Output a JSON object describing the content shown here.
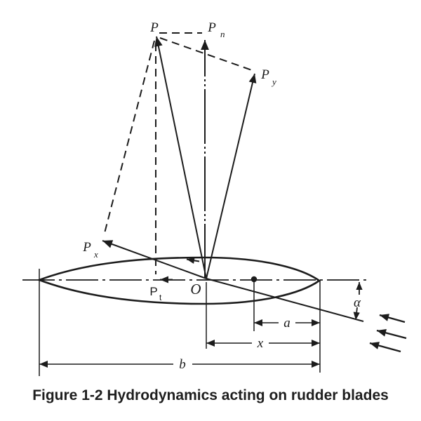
{
  "colors": {
    "ink": "#1c1c1c",
    "background": "#ffffff"
  },
  "labels": {
    "p": {
      "main": "P",
      "sub": ""
    },
    "pn": {
      "main": "P",
      "sub": "n"
    },
    "py": {
      "main": "P",
      "sub": "y"
    },
    "px": {
      "main": "P",
      "sub": "x"
    },
    "pt": {
      "main": "P",
      "sub": "t"
    },
    "o": "O",
    "a": "a",
    "x": "x",
    "b": "b",
    "alpha": "α"
  },
  "caption": "Figure 1-2 Hydrodynamics acting on rudder blades"
}
